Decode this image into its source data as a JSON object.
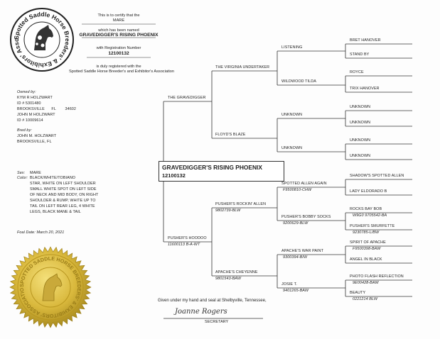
{
  "association_logo": {
    "ring_text": "Spotted Saddle Horse Breeders' & Exhibitors' Association"
  },
  "certificate": {
    "certify_text": "This is to certify that the",
    "sex_word": "MARE",
    "named_text": "which has been named",
    "horse_name": "GRAVEDIGGER'S RISING PHOENIX",
    "reg_text": "with Registration Number",
    "reg_number": "12100132",
    "duly_text": "is duly registered with the",
    "association": "Spotted Saddle Horse Breeder's and Exhibitor's Association"
  },
  "owner": {
    "label": "Owned by:",
    "lines": [
      "KYM R HOLZWART",
      "ID #   5301480",
      "BROOKSVILLE      FL        34602",
      "JOHN M HOLZWART",
      "ID #   10009614"
    ]
  },
  "breeder": {
    "label": "Bred by:",
    "lines": [
      "JOHN M. HOLZWART",
      "BROOKSVILLE, FL"
    ]
  },
  "details": {
    "sex_label": "Sex:",
    "sex": "MARE",
    "color_label": "Color:",
    "color": "BLACK/WHITE/TOBIANO",
    "markings": [
      "STAR, WHITE ON LEFT SHOULDER",
      "SMALL WHITE SPOT ON LEFT SIDE",
      "OF NECK AND MID BODY, ON RIGHT",
      "SHOULDER & RUMP, WHITE UP TO",
      "TAIL ON LEFT REAR LEG, 4 WHITE",
      "LEGS, BLACK MANE & TAIL"
    ],
    "foal_date": "Foal Date: March 20, 2021"
  },
  "pedigree": {
    "subject_name": "GRAVEDIGGER'S RISING PHOENIX",
    "subject_reg": "12100132",
    "sire": {
      "name": "THE GRAVEDIGGER",
      "reg": ""
    },
    "dam": {
      "name": "PUSHER'S HOODOO",
      "reg": "11600113 B-A-WT"
    },
    "ss": {
      "name": "THE VIRGINIA UNDERTAKER",
      "reg": ""
    },
    "sd": {
      "name": "FLOYD'S BLAZE",
      "reg": ""
    },
    "ds": {
      "name": "PUSHER'S ROCKIN' ALLEN",
      "reg": "9802739-BLW"
    },
    "dd": {
      "name": "APACHE'S CHEYENNE",
      "reg": "9801543-BAW"
    },
    "sss": {
      "name": "LISTENING",
      "reg": ""
    },
    "ssd": {
      "name": "WILDWOOD TILDA",
      "reg": ""
    },
    "sds": {
      "name": "UNKNOWN",
      "reg": ""
    },
    "sdd": {
      "name": "UNKNOWN",
      "reg": ""
    },
    "dss": {
      "name": "SPOTTED ALLEN AGAIN",
      "reg": "F9500810-CHW"
    },
    "dsd": {
      "name": "PUSHER'S BOBBY SOCKS",
      "reg": "9200629-BLW"
    },
    "dds": {
      "name": "APACHE'S WAR PAINT",
      "reg": "9300394-B/W"
    },
    "ddd": {
      "name": "JOSIE T.",
      "reg": "9401265-BAW"
    },
    "g4": [
      {
        "name": "BRET HANOVER",
        "reg": ""
      },
      {
        "name": "STAND BY",
        "reg": ""
      },
      {
        "name": "ROYCE",
        "reg": ""
      },
      {
        "name": "TRIX HANOVER",
        "reg": ""
      },
      {
        "name": "UNKNOWN",
        "reg": ""
      },
      {
        "name": "UNKNOWN",
        "reg": ""
      },
      {
        "name": "UNKNOWN",
        "reg": ""
      },
      {
        "name": "UNKNOWN",
        "reg": ""
      },
      {
        "name": "SHADOW'S SPOTTED ALLEN",
        "reg": ""
      },
      {
        "name": "LADY ELDORADO B",
        "reg": ""
      },
      {
        "name": "ROCKS BAY BOB",
        "reg": "W9G0 9705542-BA"
      },
      {
        "name": "PUSHER'S SMURFETTE",
        "reg": "9230785-L/BW"
      },
      {
        "name": "SPIRIT OF APACHE",
        "reg": "F9500398-BAW"
      },
      {
        "name": "ANGEL IN BLACK",
        "reg": ""
      },
      {
        "name": "PHOTO FLASH REFLECTION",
        "reg": "9E00428-BAW"
      },
      {
        "name": "BEAUTY",
        "reg": "0221214 BLW"
      }
    ]
  },
  "footer": {
    "given_text": "Given under my hand and seal at Shelbyville, Tennessee,",
    "signature": "Joanne Rogers",
    "secretary_label": "SECRETARY"
  },
  "seal": {
    "ring_text": "SPOTTED SADDLE HORSE BREEDERS' & EXHIBITORS' ASSOCIATION"
  }
}
